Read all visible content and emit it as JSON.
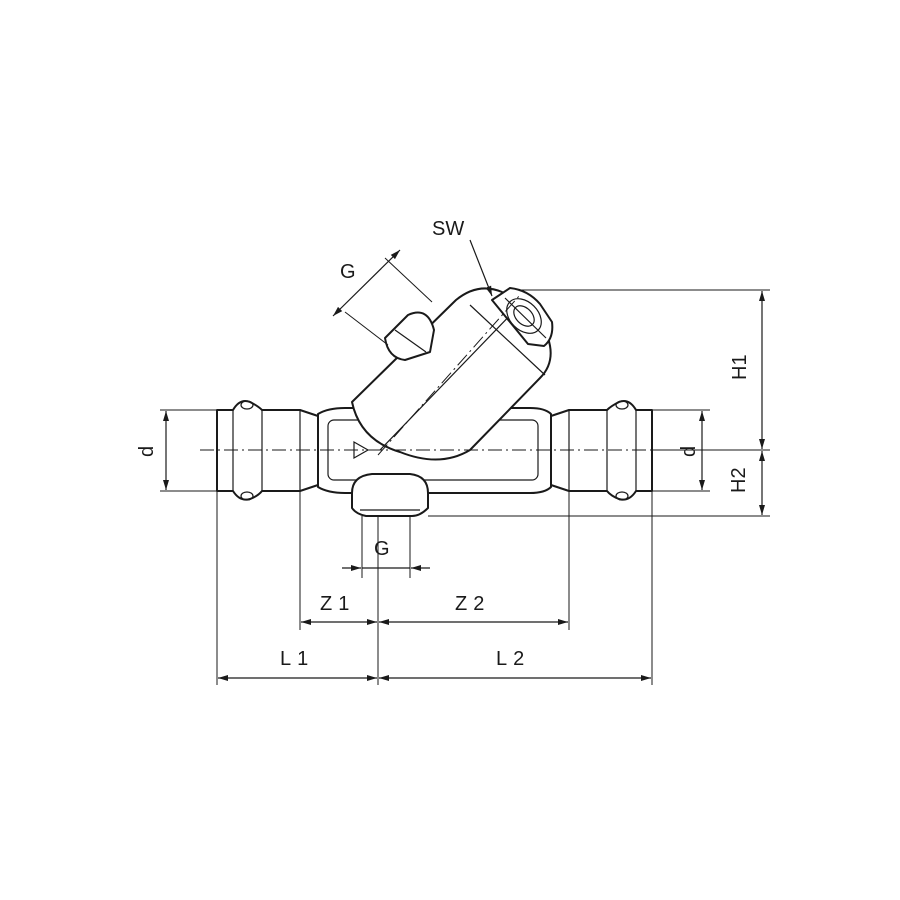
{
  "drawing": {
    "labels": {
      "sw": "SW",
      "g_top": "G",
      "g_bottom": "G",
      "d_left": "d",
      "d_right": "d",
      "h1": "H1",
      "h2": "H2",
      "z1": "Z1",
      "z2": "Z2",
      "l1": "L1",
      "l2": "L2"
    }
  }
}
